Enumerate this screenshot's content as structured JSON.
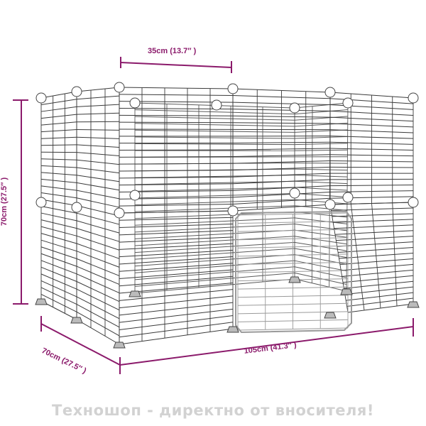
{
  "product": {
    "subject": "pet-cage-playpen",
    "description": "Wire panel pet playpen with door, 2 tiers of panels, connector balls and feet"
  },
  "colors": {
    "dimension_line": "#8b1a6b",
    "dimension_text": "#8b1a6b",
    "wire": "#3a3a3a",
    "wire_light": "#9a9a9a",
    "connector_fill": "#ffffff",
    "watermark": "#d2d2d2",
    "background": "#ffffff"
  },
  "dimensions": {
    "top_depth": {
      "label": "35cm (13.7″ )"
    },
    "height": {
      "label": "70cm (27.5″ )"
    },
    "side_depth": {
      "label": "70cm (27.5″ )"
    },
    "width": {
      "label": "105cm (41.3″ )"
    }
  },
  "watermark": {
    "text": "Техношоп - директно от вносителя!"
  }
}
